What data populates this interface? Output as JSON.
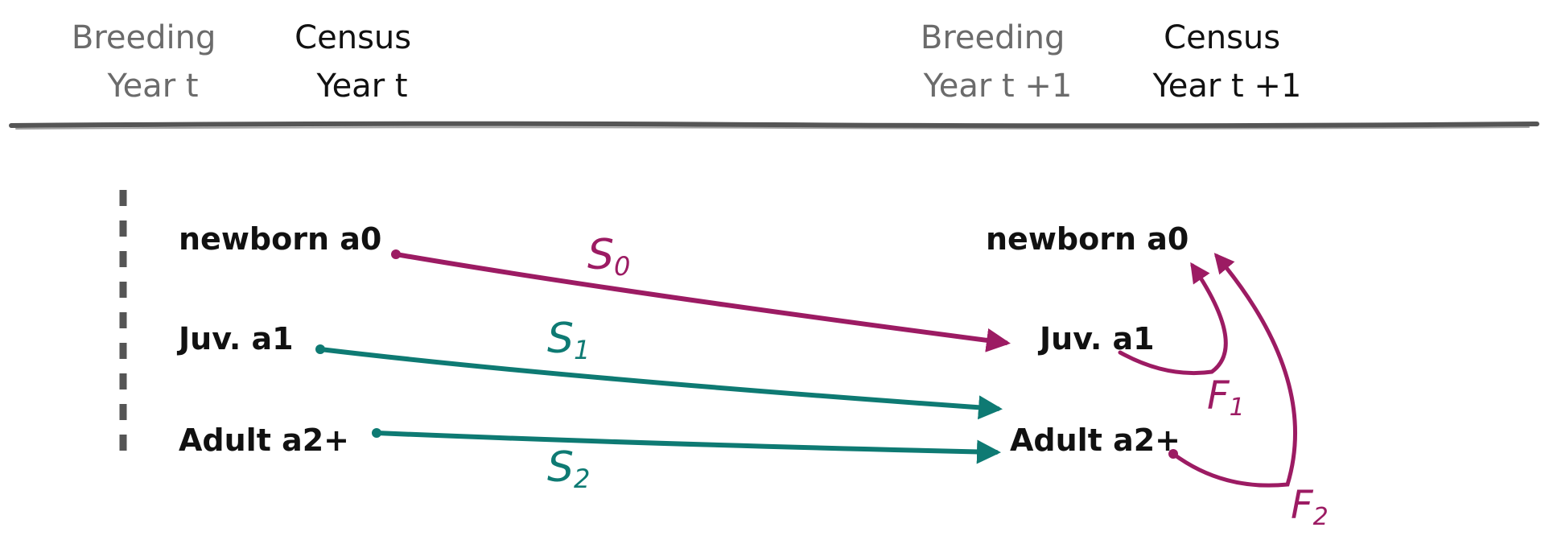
{
  "header": {
    "breeding_t": [
      "Breeding",
      "Year t"
    ],
    "census_t": [
      "Census",
      "Year t"
    ],
    "breeding_t1": [
      "Breeding",
      "Year t +1"
    ],
    "census_t1": [
      "Census",
      "Year t +1"
    ]
  },
  "nodes": {
    "left": {
      "newborn": "newborn a0",
      "juv": "Juv. a1",
      "adult": "Adult a2+"
    },
    "right": {
      "newborn": "newborn a0",
      "juv": "Juv. a1",
      "adult": "Adult a2+"
    }
  },
  "transitions": {
    "s0": {
      "letter": "S",
      "sub": "0"
    },
    "s1": {
      "letter": "S",
      "sub": "1"
    },
    "s2": {
      "letter": "S",
      "sub": "2"
    },
    "f1": {
      "letter": "F",
      "sub": "1"
    },
    "f2": {
      "letter": "F",
      "sub": "2"
    }
  },
  "colors": {
    "survival_newborn": "#9c1b63",
    "survival": "#0e7a73",
    "fecundity": "#9c1b63",
    "divider": "#555555",
    "header_grey": "#6b6b6b"
  }
}
